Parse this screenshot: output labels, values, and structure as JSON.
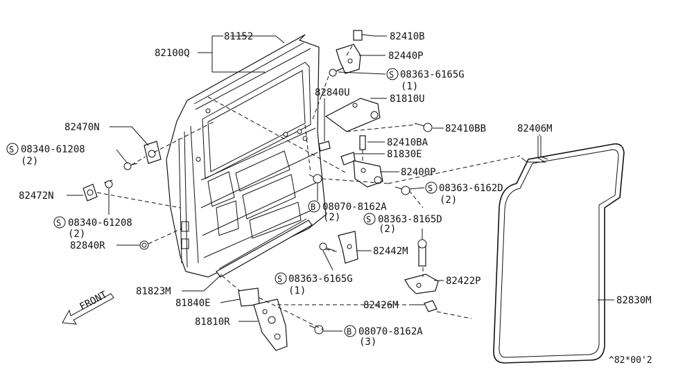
{
  "labels": {
    "p81152": "81152",
    "p82100Q": "82100Q",
    "p82410B": "82410B",
    "p82440P": "82440P",
    "s1_code": "08363-6165G",
    "s1_qty": "(1)",
    "p82840U": "82840U",
    "p81810U": "81810U",
    "p82410BB": "82410BB",
    "p82406M": "82406M",
    "p82470N": "82470N",
    "s2_code": "08340-61208",
    "s2_qty": "(2)",
    "p82410BA": "82410BA",
    "p81830E": "81830E",
    "p82400P": "82400P",
    "s3_code": "08363-6162D",
    "s3_qty": "(2)",
    "p82472N": "82472N",
    "b1_code": "08070-8162A",
    "b1_qty": "(2)",
    "s4_code": "08340-61208",
    "s4_qty": "(2)",
    "s5_code": "08363-8165D",
    "s5_qty": "(2)",
    "p82840R": "82840R",
    "p82442M": "82442M",
    "s6_code": "08363-6165G",
    "s6_qty": "(1)",
    "p82422P": "82422P",
    "p81823M": "81823M",
    "p82830M": "82830M",
    "p81840E": "81840E",
    "p82426M": "82426M",
    "p81810R": "81810R",
    "b2_code": "08070-8162A",
    "b2_qty": "(3)",
    "front": "FRONT",
    "diagram_code": "^82*00'2"
  },
  "symbols": {
    "screw": "S",
    "bolt": "B"
  }
}
